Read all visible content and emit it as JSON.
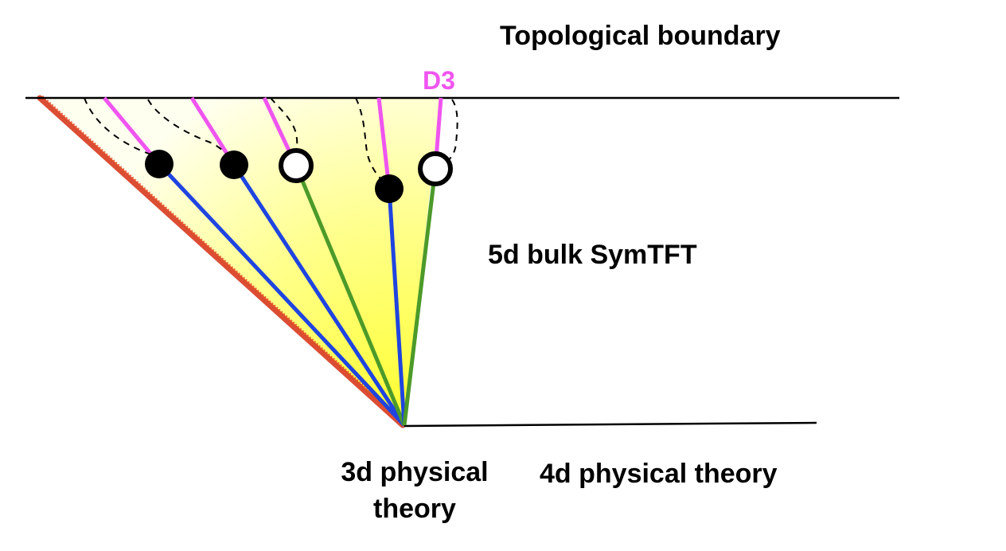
{
  "labels": {
    "topological_boundary": "Topological boundary",
    "d3": "D3",
    "bulk": "5d bulk SymTFT",
    "physical_3d_line1": "3d physical",
    "physical_3d_line2": "theory",
    "physical_4d": "4d physical theory"
  },
  "colors": {
    "boundary_line": "#000000",
    "d3_line": "#ef55ef",
    "blue_line": "#1f44e0",
    "green_line": "#4c9a2a",
    "red_edge": "#d83a1f",
    "fill_yellow": "#ffff55",
    "dot_filled": "#000000",
    "dot_open_fill": "#ffffff"
  },
  "dots": [
    {
      "kind": "filled"
    },
    {
      "kind": "filled"
    },
    {
      "kind": "open"
    },
    {
      "kind": "filled"
    },
    {
      "kind": "open"
    }
  ]
}
